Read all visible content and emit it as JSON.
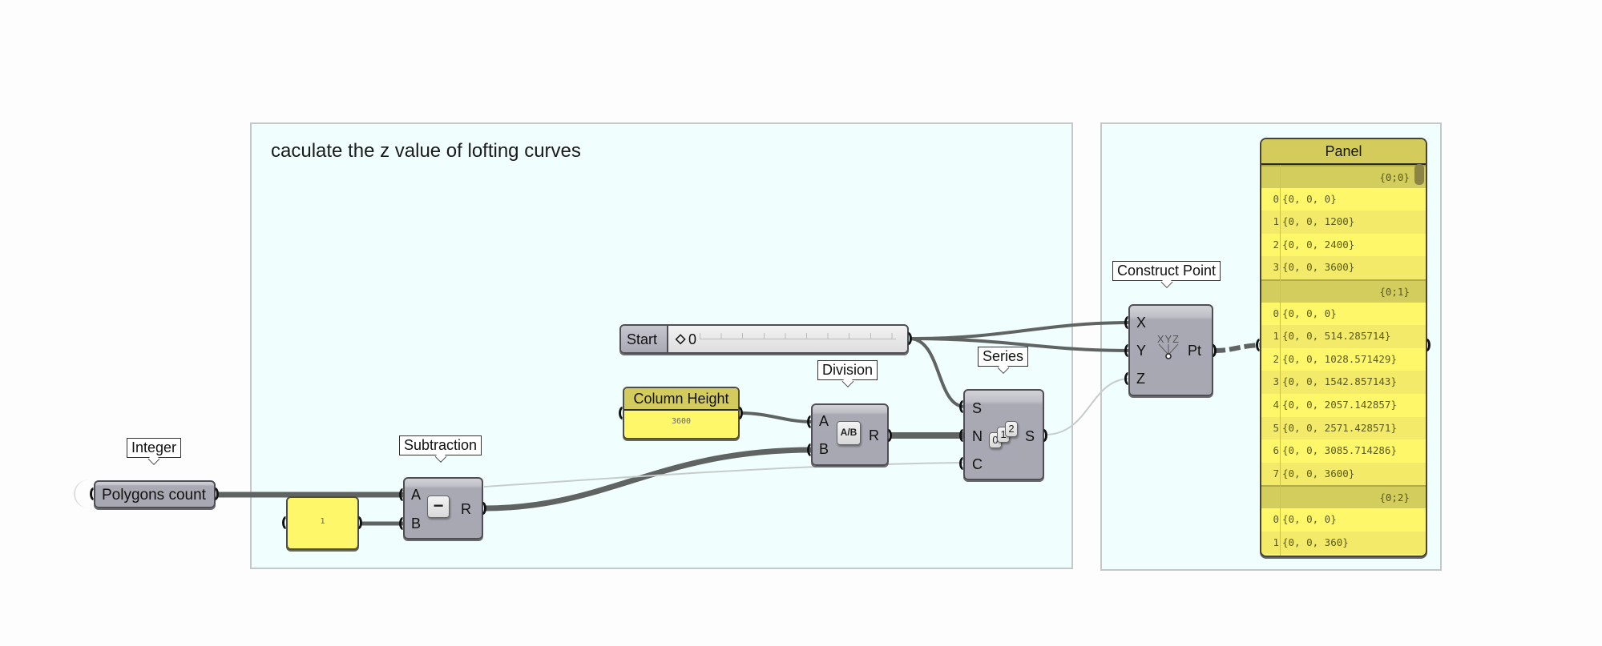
{
  "groups": [
    {
      "title": "caculate the z value of lofting curves"
    },
    {
      "title": ""
    }
  ],
  "components": {
    "integer": {
      "tag": "Integer",
      "label": "Polygons count"
    },
    "constant_panel": {
      "value": "1"
    },
    "subtraction": {
      "tag": "Subtraction",
      "inputs": [
        "A",
        "B"
      ],
      "outputs": [
        "R"
      ],
      "icon_glyph": "−"
    },
    "start_slider": {
      "label": "Start",
      "value": "0",
      "value_marker": "◇"
    },
    "column_height": {
      "title": "Column Height",
      "value": "3600"
    },
    "division": {
      "tag": "Division",
      "inputs": [
        "A",
        "B"
      ],
      "outputs": [
        "R"
      ],
      "icon_glyph": "A/B"
    },
    "series": {
      "tag": "Series",
      "inputs": [
        "S",
        "N",
        "C"
      ],
      "outputs": [
        "S"
      ],
      "icon_glyph": "012"
    },
    "construct_point": {
      "tag": "Construct Point",
      "inputs": [
        "X",
        "Y",
        "Z"
      ],
      "outputs": [
        "Pt"
      ],
      "icon_glyph": "XYZ"
    }
  },
  "panel": {
    "title": "Panel",
    "rows": [
      {
        "type": "branch",
        "text": "{0;0}"
      },
      {
        "type": "item",
        "index": "0",
        "text": "{0, 0, 0}"
      },
      {
        "type": "item",
        "index": "1",
        "text": "{0, 0, 1200}"
      },
      {
        "type": "item",
        "index": "2",
        "text": "{0, 0, 2400}"
      },
      {
        "type": "item",
        "index": "3",
        "text": "{0, 0, 3600}"
      },
      {
        "type": "branch",
        "text": "{0;1}"
      },
      {
        "type": "item",
        "index": "0",
        "text": "{0, 0, 0}"
      },
      {
        "type": "item",
        "index": "1",
        "text": "{0, 0, 514.285714}"
      },
      {
        "type": "item",
        "index": "2",
        "text": "{0, 0, 1028.571429}"
      },
      {
        "type": "item",
        "index": "3",
        "text": "{0, 0, 1542.857143}"
      },
      {
        "type": "item",
        "index": "4",
        "text": "{0, 0, 2057.142857}"
      },
      {
        "type": "item",
        "index": "5",
        "text": "{0, 0, 2571.428571}"
      },
      {
        "type": "item",
        "index": "6",
        "text": "{0, 0, 3085.714286}"
      },
      {
        "type": "item",
        "index": "7",
        "text": "{0, 0, 3600}"
      },
      {
        "type": "branch",
        "text": "{0;2}"
      },
      {
        "type": "item",
        "index": "0",
        "text": "{0, 0, 0}"
      },
      {
        "type": "item",
        "index": "1",
        "text": "{0, 0, 360}"
      }
    ]
  },
  "colors": {
    "canvas": "#fdfdfd",
    "group_fill": "#f0fefe",
    "component_fill": "#a8a8b3",
    "panel_yellow": "#fff76a",
    "panel_header": "#d3cc5c",
    "wire": "#5f6362",
    "wire_light": "#c6cccb"
  }
}
